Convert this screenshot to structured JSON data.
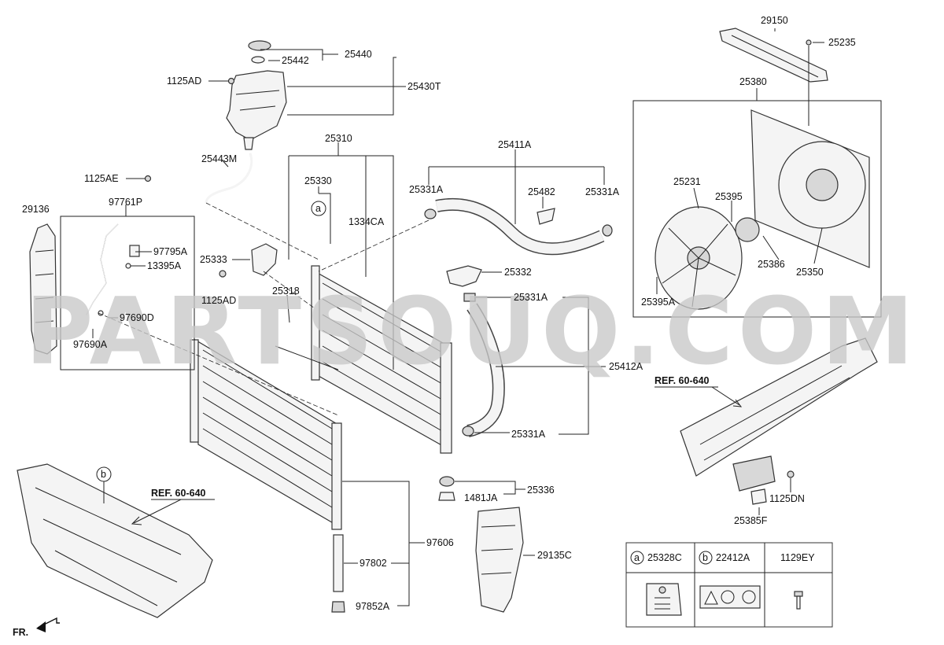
{
  "watermark": "PARTSOUQ.COM",
  "labels": {
    "p29150": "29150",
    "p25235": "25235",
    "p25442": "25442",
    "p25440": "25440",
    "p1125AD_a": "1125AD",
    "p25430T": "25430T",
    "p25380": "25380",
    "p25443M": "25443M",
    "p25310": "25310",
    "p25411A": "25411A",
    "p1125AE": "1125AE",
    "p25330": "25330",
    "p25331A_a": "25331A",
    "p25482": "25482",
    "p25331A_b": "25331A",
    "p25231": "25231",
    "p29136": "29136",
    "p97761P": "97761P",
    "p1334CA": "1334CA",
    "p25395": "25395",
    "p97795A": "97795A",
    "p25333": "25333",
    "p13395A": "13395A",
    "p25332": "25332",
    "p25386": "25386",
    "p25350": "25350",
    "p1125AD_b": "1125AD",
    "p25318": "25318",
    "p25331A_c": "25331A",
    "p25395A": "25395A",
    "p97690D": "97690D",
    "p97690A": "97690A",
    "p25412A": "25412A",
    "p25331A_d": "25331A",
    "p25336": "25336",
    "p1481JA": "1481JA",
    "p1125DN": "1125DN",
    "p25385F": "25385F",
    "p97606": "97606",
    "p29135C": "29135C",
    "p97802": "97802",
    "p97852A": "97852A",
    "circle_a": "a",
    "circle_b": "b",
    "circle_b_frame": "b"
  },
  "references": {
    "ref_top_right": "REF. 60-640",
    "ref_bottom_left": "REF. 60-640"
  },
  "direction_label": "FR.",
  "legend": {
    "col_a_marker": "a",
    "col_a_part": "25328C",
    "col_b_marker": "b",
    "col_b_part": "22412A",
    "col_c_part": "1129EY"
  }
}
